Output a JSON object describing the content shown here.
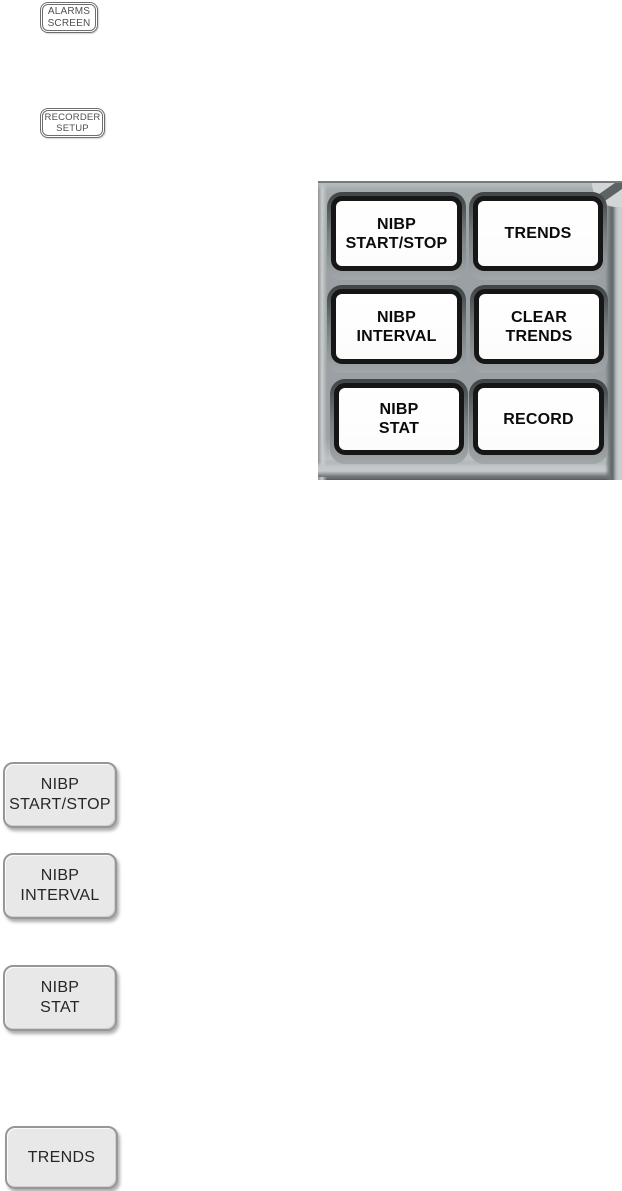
{
  "colors": {
    "page-bg": "#ffffff",
    "panel-gray": "#9aa0a3",
    "recess-dark": "#4a4f52",
    "key-face": "#ffffff",
    "key-border": "#161616",
    "key-text": "#0b0b0b",
    "side-key-face": "#e8e8e8",
    "side-key-border": "#979797",
    "side-key-text": "#262626",
    "small-key-border": "#6e6e6e",
    "small-key-text": "#4f4f4f"
  },
  "small_keys": [
    {
      "id": "alarms-screen",
      "label": "ALARMS\nSCREEN"
    },
    {
      "id": "recorder-setup",
      "label": "RECORDER\nSETUP"
    }
  ],
  "keypad_panel": {
    "keys": [
      {
        "id": "nibp-start-stop",
        "label": "NIBP\nSTART/STOP"
      },
      {
        "id": "trends",
        "label": "TRENDS"
      },
      {
        "id": "nibp-interval",
        "label": "NIBP\nINTERVAL"
      },
      {
        "id": "clear-trends",
        "label": "CLEAR\nTRENDS"
      },
      {
        "id": "nibp-stat",
        "label": "NIBP\nSTAT"
      },
      {
        "id": "record",
        "label": "RECORD"
      }
    ]
  },
  "side_keys": [
    {
      "id": "nibp-start-stop",
      "label": "NIBP\nSTART/STOP"
    },
    {
      "id": "nibp-interval",
      "label": "NIBP\nINTERVAL"
    },
    {
      "id": "nibp-stat",
      "label": "NIBP\nSTAT"
    },
    {
      "id": "trends",
      "label": "TRENDS"
    }
  ]
}
